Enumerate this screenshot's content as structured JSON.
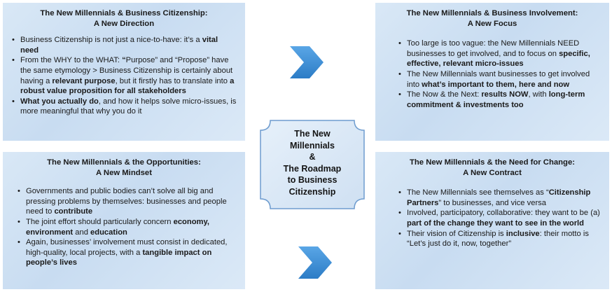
{
  "panels": {
    "top_left": {
      "title_line1": "The New Millennials & Business Citizenship:",
      "title_line2": "A New Direction",
      "bullets": [
        [
          {
            "t": "Business Citizenship is not just a nice-to-have: it’s a "
          },
          {
            "t": "vital need",
            "b": true
          }
        ],
        [
          {
            "t": "From the WHY to the WHAT: "
          },
          {
            "t": "“",
            "b": true
          },
          {
            "t": "Purpose” and “Propose” have the same etymology > Business Citizenship is certainly about having a "
          },
          {
            "t": "relevant purpose",
            "b": true
          },
          {
            "t": ", but it firstly has to translate into "
          },
          {
            "t": "a robust value proposition for all stakeholders",
            "b": true
          }
        ],
        [
          {
            "t": "What you actually do",
            "b": true
          },
          {
            "t": ", and how it helps solve micro-issues, is more meaningful that why you do it"
          }
        ]
      ]
    },
    "top_right": {
      "title_line1": "The New Millennials & Business Involvement:",
      "title_line2": "A New  Focus",
      "bullets": [
        [
          {
            "t": "Too large is too vague: the New Millennials NEED businesses to get involved, and to focus on "
          },
          {
            "t": "specific, effective, relevant micro-issues",
            "b": true
          }
        ],
        [
          {
            "t": "The New Millennials want businesses to get involved into "
          },
          {
            "t": "what’s important to them, here and now",
            "b": true
          }
        ],
        [
          {
            "t": "The Now & the Next: "
          },
          {
            "t": "results NOW",
            "b": true
          },
          {
            "t": ", with "
          },
          {
            "t": "long-term commitment & investments too",
            "b": true
          }
        ]
      ]
    },
    "bottom_left": {
      "title_line1": "The New Millennials & the Opportunities:",
      "title_line2": "A New Mindset",
      "bullets": [
        [
          {
            "t": "Governments and public bodies can’t solve all big and pressing problems by themselves: businesses and people need to "
          },
          {
            "t": "contribute",
            "b": true
          }
        ],
        [
          {
            "t": "The joint effort should particularly concern  "
          },
          {
            "t": "economy, environment",
            "b": true
          },
          {
            "t": " and "
          },
          {
            "t": "education",
            "b": true
          }
        ],
        [
          {
            "t": "Again, businesses’ involvement must consist in dedicated, high-quality, local projects, with a "
          },
          {
            "t": "tangible impact on people’s lives",
            "b": true
          }
        ]
      ]
    },
    "bottom_right": {
      "title_line1": "The New Millennials & the Need for Change:",
      "title_line2": "A New Contract",
      "bullets": [
        [
          {
            "t": "The New Millennials see themselves as “"
          },
          {
            "t": "Citizenship Partners",
            "b": true
          },
          {
            "t": "” to businesses, and vice versa"
          }
        ],
        [
          {
            "t": "Involved, participatory, collaborative: they want to be (a) "
          },
          {
            "t": "part of the change they want to see in the world",
            "b": true
          }
        ],
        [
          {
            "t": "Their vision of Citizenship is "
          },
          {
            "t": "inclusive",
            "b": true
          },
          {
            "t": ": their motto is “Let’s just do it, now, together”"
          }
        ]
      ]
    }
  },
  "center": {
    "lines": [
      "The New",
      "Millennials",
      "&",
      "The Roadmap",
      "to Business",
      "Citizenship"
    ]
  },
  "colors": {
    "panel_fill": "#cfe1f3",
    "arrow_fill": "#3f8fd6",
    "center_fill": "#dbe9f6",
    "center_border": "#6e9ccf"
  }
}
